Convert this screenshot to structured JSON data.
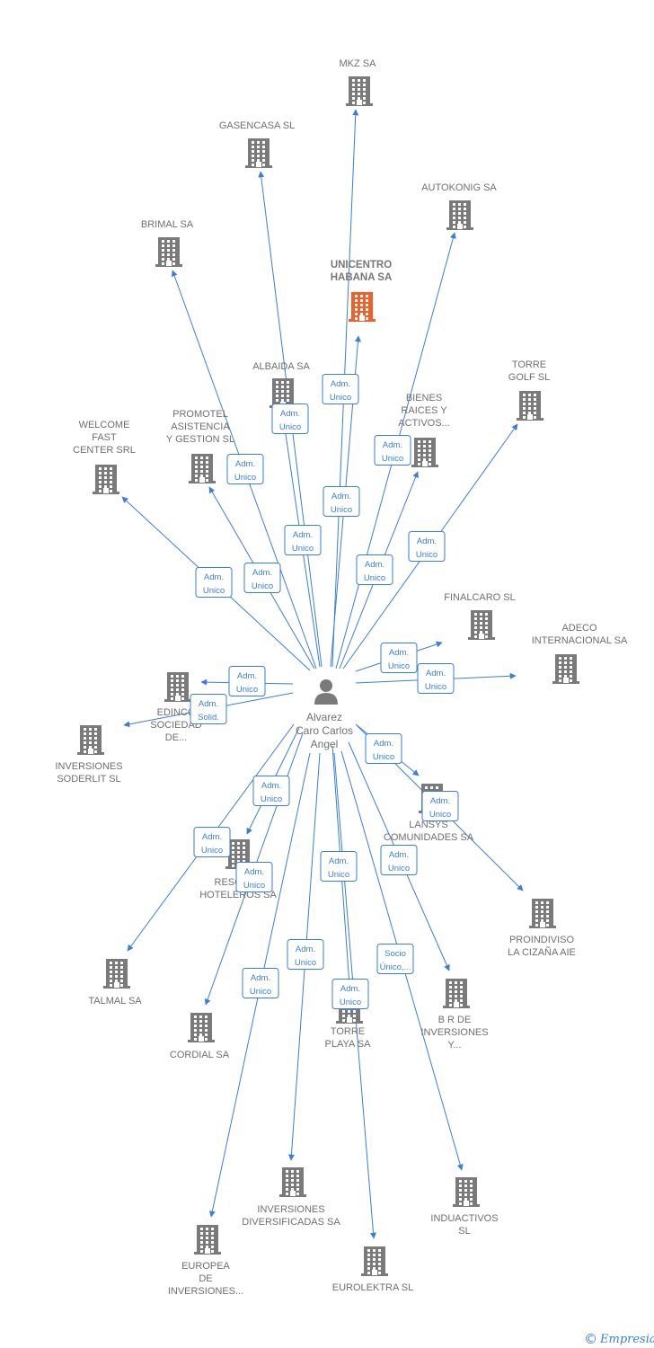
{
  "center": {
    "label": [
      "Alvarez",
      "Caro Carlos",
      "Angel"
    ],
    "icon": "person-icon"
  },
  "colors": {
    "building": "#7a7a7a",
    "highlight": "#f0602b",
    "edge": "#3a7fd5"
  },
  "nodes": [
    {
      "id": "mkz",
      "label": [
        "MKZ SA"
      ]
    },
    {
      "id": "gasencasa",
      "label": [
        "GASENCASA SL"
      ]
    },
    {
      "id": "autokonig",
      "label": [
        "AUTOKONIG SA"
      ]
    },
    {
      "id": "brimal",
      "label": [
        "BRIMAL SA"
      ]
    },
    {
      "id": "unicentro",
      "label": [
        "UNICENTRO",
        "HABANA SA"
      ],
      "highlight": true
    },
    {
      "id": "albaida",
      "label": [
        "ALBAIDA SA"
      ]
    },
    {
      "id": "torregolf",
      "label": [
        "TORRE",
        "GOLF SL"
      ]
    },
    {
      "id": "bienes",
      "label": [
        "BIENES",
        "RAICES Y",
        "ACTIVOS..."
      ]
    },
    {
      "id": "welcome",
      "label": [
        "WELCOME",
        "FAST",
        "CENTER SRL"
      ]
    },
    {
      "id": "promotel",
      "label": [
        "PROMOTEL",
        "ASISTENCIA",
        "Y GESTION SL"
      ]
    },
    {
      "id": "finalcaro",
      "label": [
        "FINALCARO  SL"
      ]
    },
    {
      "id": "adeco",
      "label": [
        "ADECO",
        "INTERNACIONAL SA"
      ]
    },
    {
      "id": "edinco",
      "label": [
        "EDINCO",
        "SOCIEDAD",
        "DE..."
      ]
    },
    {
      "id": "soderlit",
      "label": [
        "INVERSIONES",
        "SODERLIT SL"
      ]
    },
    {
      "id": "lansys",
      "label": [
        "LANSYS",
        "COMUNIDADES SA"
      ]
    },
    {
      "id": "proindiviso",
      "label": [
        "PROINDIVISO",
        "LA CIZAÑA AIE"
      ]
    },
    {
      "id": "resort",
      "label": [
        "RESORTS",
        "HOTELEROS SA"
      ]
    },
    {
      "id": "talmal",
      "label": [
        "TALMAL SA"
      ]
    },
    {
      "id": "cordial",
      "label": [
        "CORDIAL SA"
      ]
    },
    {
      "id": "torreplaya",
      "label": [
        "TORRE",
        "PLAYA SA"
      ]
    },
    {
      "id": "brde",
      "label": [
        "B R DE",
        "INVERSIONES",
        "Y..."
      ]
    },
    {
      "id": "diversificadas",
      "label": [
        "INVERSIONES",
        "DIVERSIFICADAS SA"
      ]
    },
    {
      "id": "inductivos",
      "label": [
        "INDUACTIVOS",
        "SL"
      ]
    },
    {
      "id": "europea",
      "label": [
        "EUROPEA",
        "DE",
        "INVERSIONES..."
      ]
    },
    {
      "id": "eurolektra",
      "label": [
        "EUROLEKTRA SL"
      ]
    }
  ],
  "edges": [
    {
      "to": "mkz",
      "label": [
        "Adm.",
        "Unico"
      ]
    },
    {
      "to": "unicentro",
      "label": [
        "Adm.",
        "Unico"
      ]
    },
    {
      "to": "gasencasa",
      "label": [
        "Adm.",
        "Unico"
      ]
    },
    {
      "to": "autokonig",
      "label": [
        "Adm.",
        "Unico"
      ]
    },
    {
      "to": "promotel",
      "label": [
        "Adm.",
        "Unico"
      ]
    },
    {
      "to": "albaida",
      "label": [
        "Adm.",
        "Unico"
      ]
    },
    {
      "to": "brimal",
      "label": [
        "Adm.",
        "Unico"
      ]
    },
    {
      "to": "bienes",
      "label": [
        "Adm.",
        "Unico"
      ]
    },
    {
      "to": "torregolf",
      "label": [
        "Adm.",
        "Unico"
      ]
    },
    {
      "to": "welcome",
      "label": [
        "Adm.",
        "Unico"
      ]
    },
    {
      "to": "finalcaro",
      "label": [
        "Adm.",
        "Unico"
      ]
    },
    {
      "to": "adeco",
      "label": [
        "Adm.",
        "Unico"
      ]
    },
    {
      "to": "edinco",
      "label": [
        "Adm.",
        "Unico"
      ]
    },
    {
      "to": "soderlit",
      "label": [
        "Adm.",
        "Solid."
      ]
    },
    {
      "to": "lansys",
      "label": [
        "Adm.",
        "Unico"
      ]
    },
    {
      "to": "proindiviso",
      "label": [
        "Adm.",
        "Unico"
      ]
    },
    {
      "to": "resort",
      "label": [
        "Adm.",
        "Unico"
      ]
    },
    {
      "to": "talmal",
      "label": [
        "Adm.",
        "Unico"
      ]
    },
    {
      "to": "cordial",
      "label": [
        "Adm.",
        "Unico"
      ]
    },
    {
      "to": "torreplaya",
      "label": [
        "Adm.",
        "Unico"
      ]
    },
    {
      "to": "brde",
      "label": [
        "Adm.",
        "Unico"
      ]
    },
    {
      "to": "diversificadas",
      "label": [
        "Adm.",
        "Unico"
      ]
    },
    {
      "to": "inductivos",
      "label": [
        "Socio",
        "Único,..."
      ]
    },
    {
      "to": "europea",
      "label": [
        "Adm.",
        "Unico"
      ]
    },
    {
      "to": "eurolektra",
      "label": [
        "Adm.",
        "Unico"
      ]
    }
  ],
  "footer": {
    "copyright": "©",
    "brand": "Empresia"
  }
}
